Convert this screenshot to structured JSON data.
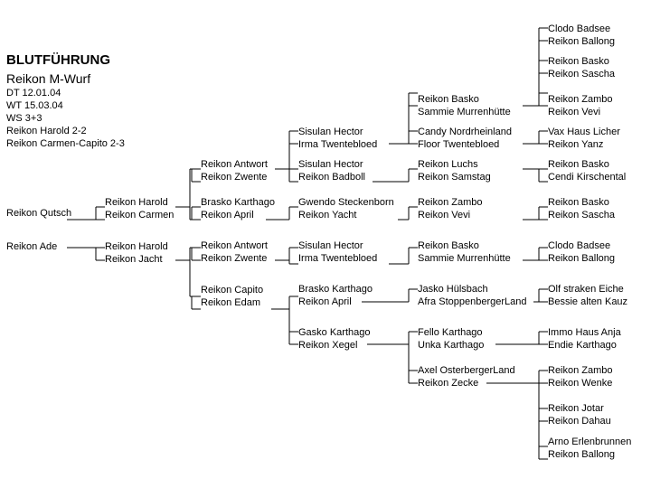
{
  "header": {
    "title": "BLUTFÜHRUNG",
    "subtitle": "Reikon M-Wurf",
    "info": [
      "DT 12.01.04",
      "WT 15.03.04",
      "WS 3+3",
      "Reikon Harold 2-2",
      "Reikon Carmen-Capito 2-3"
    ]
  },
  "pedigree": {
    "puppies": [
      "Reikon Qutsch",
      "Reikon Ade"
    ],
    "gen1": [
      [
        "Reikon Harold",
        "Reikon Carmen"
      ],
      [
        "Reikon Harold",
        "Reikon Jacht"
      ]
    ],
    "gen2": [
      [
        "Reikon Antwort",
        "Reikon Zwente"
      ],
      [
        "Brasko Karthago",
        "Reikon April"
      ],
      [
        "Reikon Antwort",
        "Reikon Zwente"
      ],
      [
        "Reikon Capito",
        "Reikon Edam"
      ]
    ],
    "gen3": [
      [
        "Sisulan Hector",
        "Irma Twentebloed"
      ],
      [
        "Sisulan Hector",
        "Reikon Badboll"
      ],
      [
        "Gwendo Steckenborn",
        "Reikon Yacht"
      ],
      [
        "Sisulan Hector",
        "Irma Twentebloed"
      ],
      [
        "Brasko Karthago",
        "Reikon April"
      ],
      [
        "Gasko Karthago",
        "Reikon Xegel"
      ]
    ],
    "gen4": [
      [
        "Reikon Basko",
        "Sammie Murrenhütte"
      ],
      [
        "Candy Nordrheinland",
        "Floor Twentebloed"
      ],
      [
        "Reikon Luchs",
        "Reikon Samstag"
      ],
      [
        "Reikon Zambo",
        "Reikon Vevi"
      ],
      [
        "Reikon Basko",
        "Sammie Murrenhütte"
      ],
      [
        "Jasko Hülsbach",
        "Afra StoppenbergerLand"
      ],
      [
        "Fello Karthago",
        "Unka Karthago"
      ],
      [
        "Axel OsterbergerLand",
        "Reikon Zecke"
      ]
    ],
    "gen5": [
      [
        "Clodo Badsee",
        "Reikon Ballong"
      ],
      [
        "Reikon Basko",
        "Reikon Sascha"
      ],
      [
        "Reikon Zambo",
        "Reikon Vevi"
      ],
      [
        "Vax Haus Licher",
        "Reikon Yanz"
      ],
      [
        "Reikon Basko",
        "Cendi Kirschental"
      ],
      [
        "Reikon Basko",
        "Reikon Sascha"
      ],
      [
        "Clodo Badsee",
        "Reikon Ballong"
      ],
      [
        "Olf straken Eiche",
        "Bessie alten Kauz"
      ],
      [
        "Immo Haus Anja",
        "Endie Karthago"
      ],
      [
        "Reikon Zambo",
        "Reikon Wenke"
      ],
      [
        "Reikon Jotar",
        "Reikon Dahau"
      ],
      [
        "Arno Erlenbrunnen",
        "Reikon Ballong"
      ]
    ]
  }
}
